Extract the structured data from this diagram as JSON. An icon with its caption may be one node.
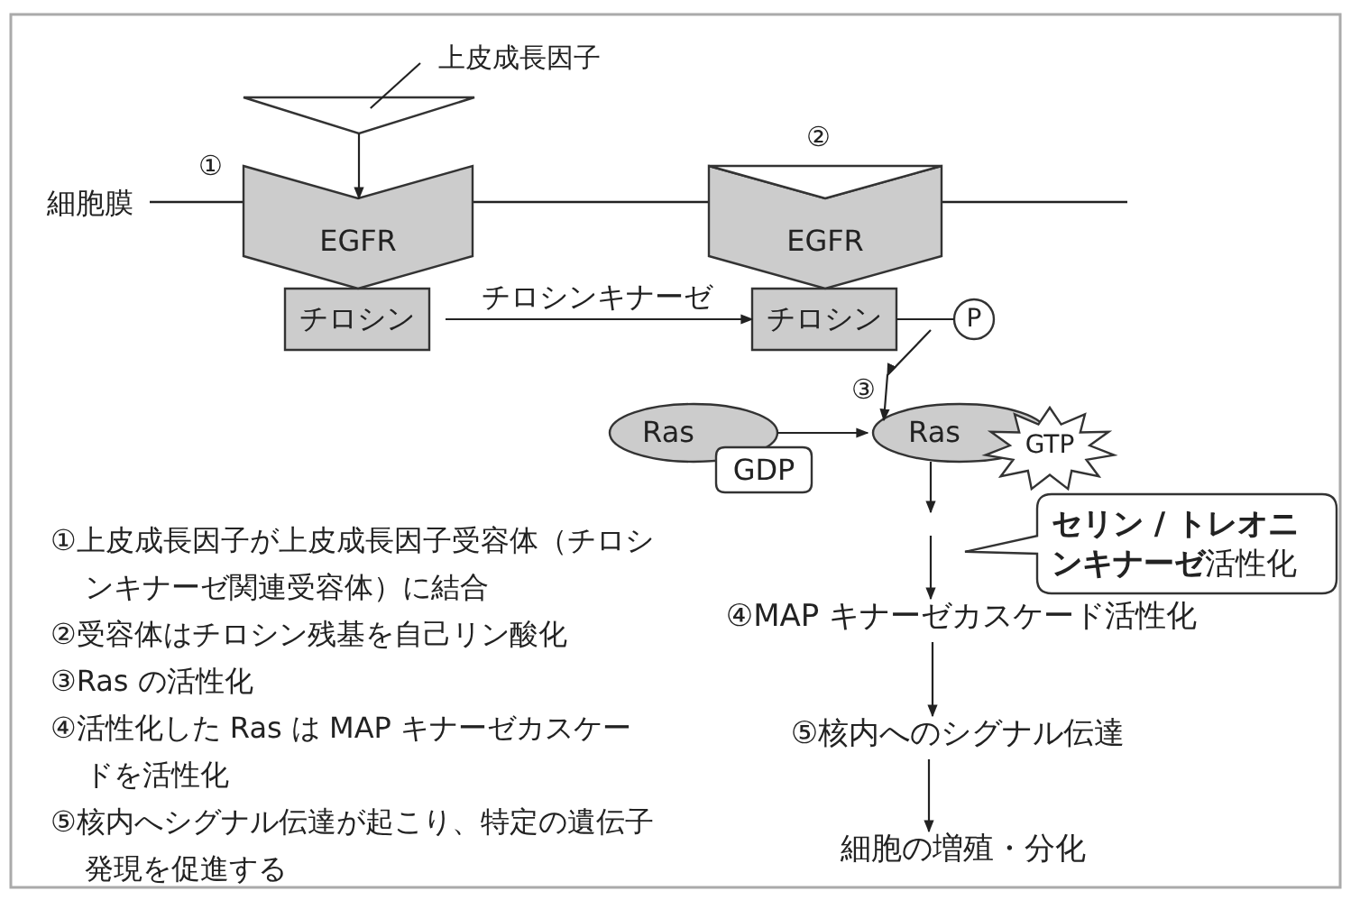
{
  "diagram": {
    "nodes": [
      {
        "text": [
          "上皮成長因子"
        ]
      },
      {
        "text": [],
        "shape": "triangle"
      },
      {
        "text": [
          "EGFR"
        ],
        "beside": [
          "①"
        ]
      },
      {
        "text": [
          "チロシン"
        ]
      },
      {
        "text": [
          "EGFR"
        ],
        "beside": [
          "②"
        ]
      },
      {
        "text": [],
        "shape": "triangle",
        "in": 4
      },
      {
        "text": [
          "チロシン"
        ]
      },
      {
        "text": [
          "P"
        ]
      },
      {
        "text": [
          "Ras"
        ]
      },
      {
        "text": [
          "GDP"
        ]
      },
      {
        "text": [
          "Ras"
        ]
      },
      {
        "text": [
          "GTP"
        ]
      },
      {
        "text": [
          "**セリン / トレオニンキナーゼ**活性化"
        ]
      },
      {
        "text": [
          "④MAP キナーゼカスケード活性化"
        ]
      },
      {
        "text": [
          "⑤核内へのシグナル伝達"
        ]
      },
      {
        "text": [
          "細胞の増殖・分化"
        ]
      }
    ],
    "edges": [
      {
        "from": 0,
        "to": 1,
        "arrow": "none"
      },
      {
        "from": 1,
        "to": 2,
        "arrow": "to"
      },
      {
        "from": 3,
        "to": 6,
        "arrow": "to",
        "label": "チロシンキナーゼ"
      },
      {
        "from": 6,
        "to": 7,
        "arrow": "none"
      },
      {
        "from": 7,
        "to": 10,
        "arrow": "to",
        "label": "③"
      },
      {
        "from": 8,
        "to": 10,
        "arrow": "to"
      },
      {
        "from": 10,
        "to": null,
        "arrow": "to"
      },
      {
        "from": null,
        "to": 13,
        "arrow": "to"
      },
      {
        "from": 13,
        "to": 14,
        "arrow": "to"
      },
      {
        "from": 14,
        "to": 15,
        "arrow": "to"
      }
    ],
    "labels": [
      "細胞膜",
      "①上皮成長因子が上皮成長因子受容体（チロシンキナーゼ関連受容体）に結合",
      "②受容体はチロシン残基を自己リン酸化",
      "③Ras の活性化",
      "④活性化した Ras は MAP キナーゼカスケードを活性化",
      "⑤核内へシグナル伝達が起こり、特定の遺伝子発現を促進する"
    ]
  }
}
